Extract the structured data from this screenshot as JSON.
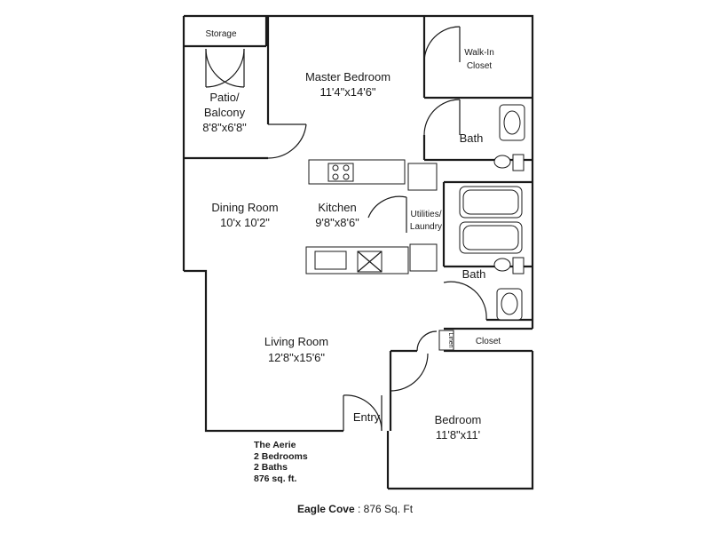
{
  "rooms": {
    "storage": "Storage",
    "walk_in_closet_1": "Walk-In",
    "walk_in_closet_2": "Closet",
    "master_bedroom": "Master Bedroom",
    "master_bedroom_dim": "11'4\"x14'6\"",
    "patio_1": "Patio/",
    "patio_2": "Balcony",
    "patio_dim": "8'8\"x6'8\"",
    "bath_master": "Bath",
    "dining_room": "Dining Room",
    "dining_room_dim": "10'x 10'2\"",
    "kitchen": "Kitchen",
    "kitchen_dim": "9'8\"x8'6\"",
    "utilities_1": "Utilities/",
    "utilities_2": "Laundry",
    "bath_second": "Bath",
    "living_room": "Living Room",
    "living_room_dim": "12'8\"x15'6\"",
    "linen": "Linen",
    "closet": "Closet",
    "entry": "Entry",
    "bedroom": "Bedroom",
    "bedroom_dim": "11'8\"x11'"
  },
  "summary": {
    "line1": "The Aerie",
    "line2": "2 Bedrooms",
    "line3": "2 Baths",
    "line4": "876 sq. ft."
  },
  "footer": {
    "name": "Eagle Cove",
    "size": " : 876 Sq. Ft"
  }
}
